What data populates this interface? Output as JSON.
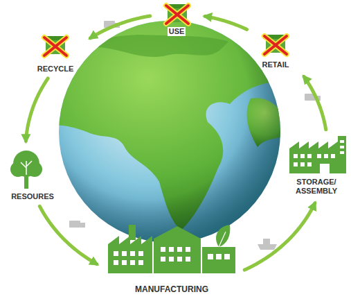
{
  "diagram": {
    "nodes": [
      {
        "text": [
          "USE"
        ]
      },
      {
        "text": [
          "RECYCLE"
        ]
      },
      {
        "text": [
          "RETAIL"
        ]
      },
      {
        "text": [
          "RESOURES"
        ]
      },
      {
        "text": [
          "STORAGE/ ASSEMBLY"
        ]
      },
      {
        "text": [
          "MANUFACTURING"
        ]
      }
    ],
    "edges": [
      {
        "from": 3,
        "to": 5,
        "arrow": "to"
      },
      {
        "from": 5,
        "to": 4,
        "arrow": "to"
      },
      {
        "from": 4,
        "to": 2,
        "arrow": "to"
      },
      {
        "from": 2,
        "to": 0,
        "arrow": "to"
      },
      {
        "from": 0,
        "to": 1,
        "arrow": "to"
      },
      {
        "from": 1,
        "to": 3,
        "arrow": "to"
      }
    ]
  }
}
